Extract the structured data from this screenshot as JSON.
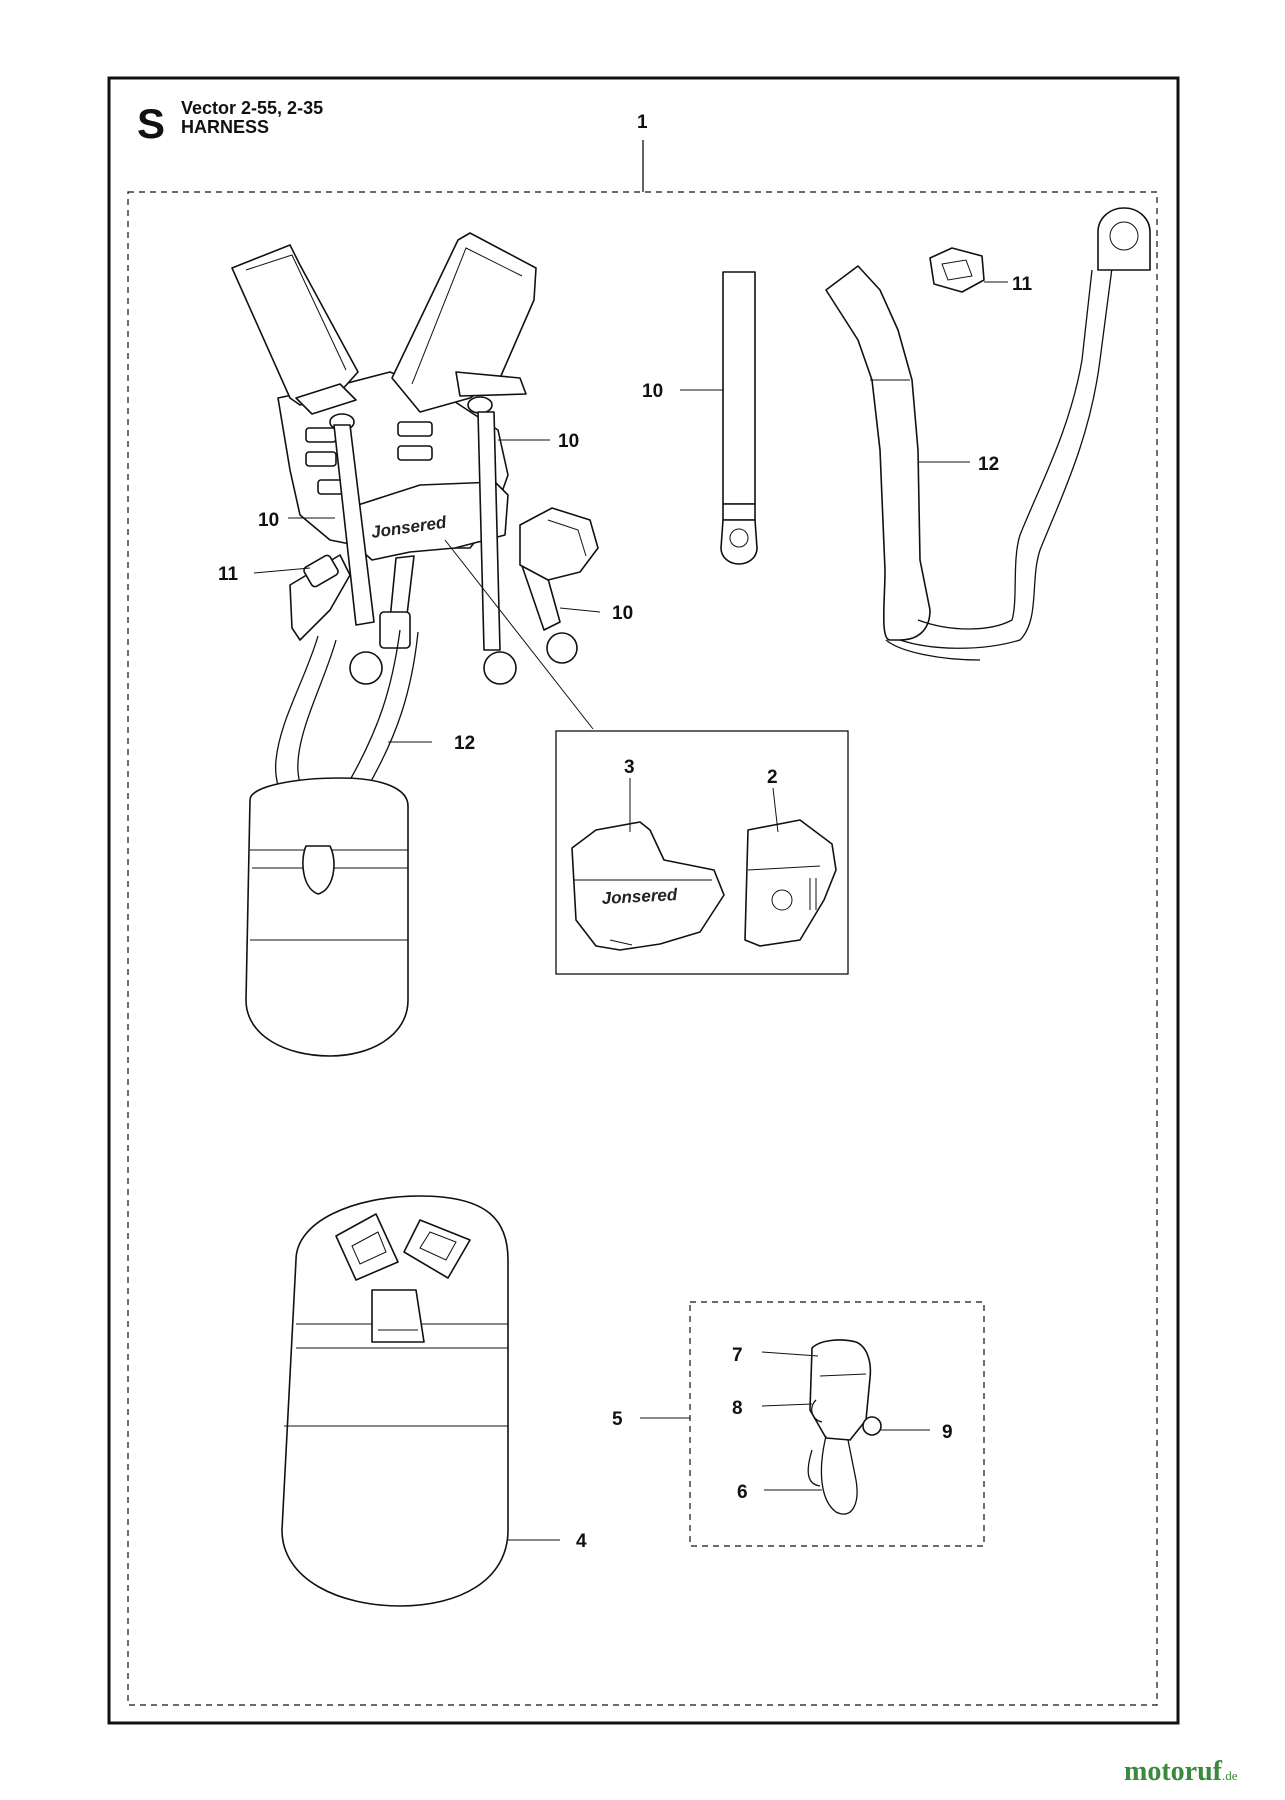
{
  "header": {
    "section_letter": "S",
    "model_line": "Vector 2-55, 2-35",
    "title": "HARNESS"
  },
  "brand_marks": {
    "harness_logo": "Jonsered",
    "pad_logo": "Jonsered"
  },
  "callouts": {
    "c1": "1",
    "c2": "2",
    "c3": "3",
    "c4": "4",
    "c5": "5",
    "c6": "6",
    "c7": "7",
    "c8": "8",
    "c9": "9",
    "c10a": "10",
    "c10b": "10",
    "c10c": "10",
    "c10d": "10",
    "c11a": "11",
    "c11b": "11",
    "c12a": "12",
    "c12b": "12"
  },
  "watermark": {
    "name": "motoruf",
    "suffix": ".de"
  },
  "colors": {
    "ink": "#111111",
    "watermark": "#3b8a3c"
  }
}
